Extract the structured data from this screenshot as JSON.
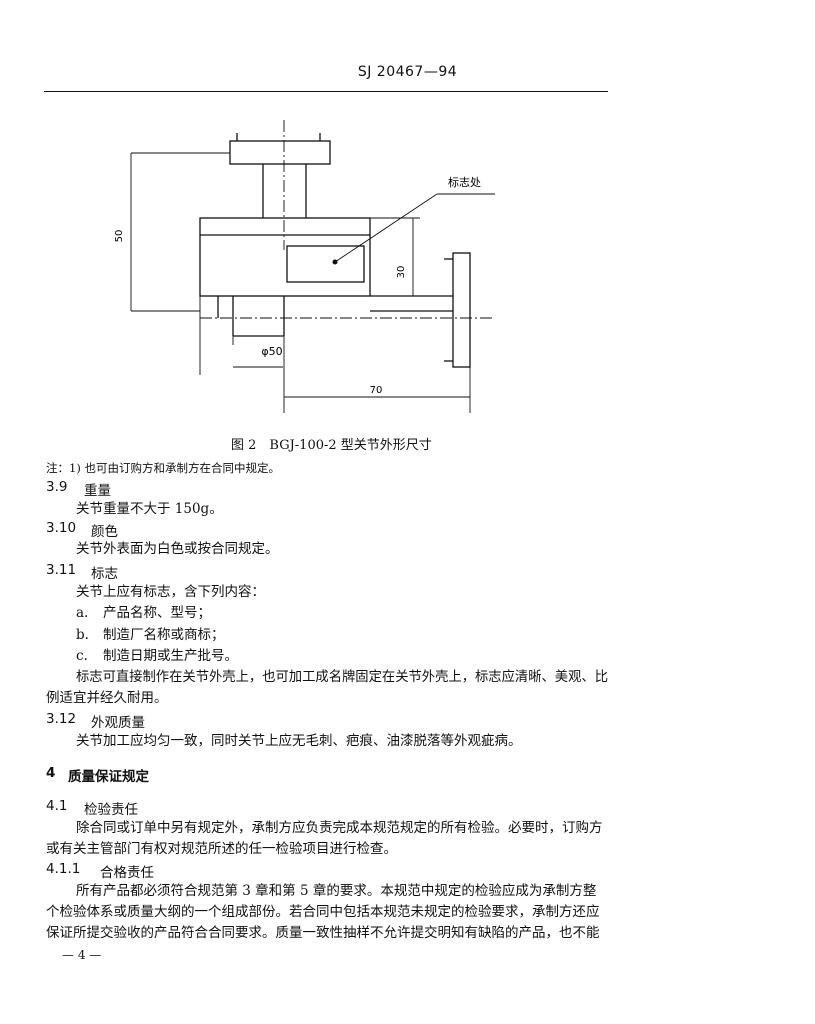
{
  "header": {
    "doc_number": "SJ 20467—94"
  },
  "figure": {
    "caption": "图 2　BGJ-100-2 型关节外形尺寸",
    "mark_label": "标志处",
    "dim_50_vertical": "50",
    "dim_30": "30",
    "dim_phi50": "φ50",
    "dim_70": "70"
  },
  "note": "注：1) 也可由订购方和承制方在合同中规定。",
  "sections": {
    "s3_9": {
      "num": "3.9",
      "title": "重量",
      "body": "关节重量不大于 150g。"
    },
    "s3_10": {
      "num": "3.10",
      "title": "颜色",
      "body": "关节外表面为白色或按合同规定。"
    },
    "s3_11": {
      "num": "3.11",
      "title": "标志",
      "intro": "关节上应有标志，含下列内容：",
      "items": [
        {
          "letter": "a.",
          "text": "产品名称、型号；"
        },
        {
          "letter": "b.",
          "text": "制造厂名称或商标；"
        },
        {
          "letter": "c.",
          "text": "制造日期或生产批号。"
        }
      ],
      "para_line1": "标志可直接制作在关节外壳上，也可加工成名牌固定在关节外壳上，标志应清晰、美观、比",
      "para_line2": "例适宜并经久耐用。"
    },
    "s3_12": {
      "num": "3.12",
      "title": "外观质量",
      "body": "关节加工应均匀一致，同时关节上应无毛刺、疤痕、油漆脱落等外观疵病。"
    },
    "s4": {
      "num": "4",
      "title": "质量保证规定"
    },
    "s4_1": {
      "num": "4.1",
      "title": "检验责任",
      "line1": "除合同或订单中另有规定外，承制方应负责完成本规范规定的所有检验。必要时，订购方",
      "line2": "或有关主管部门有权对规范所述的任一检验项目进行检查。"
    },
    "s4_1_1": {
      "num": "4.1.1",
      "title": "合格责任",
      "line1": "所有产品都必须符合规范第 3 章和第 5 章的要求。本规范中规定的检验应成为承制方整",
      "line2": "个检验体系或质量大纲的一个组成部份。若合同中包括本规范未规定的检验要求，承制方还应",
      "line3": "保证所提交验收的产品符合合同要求。质量一致性抽样不允许提交明知有缺陷的产品，也不能"
    }
  },
  "footer": {
    "page": "— 4 —"
  }
}
